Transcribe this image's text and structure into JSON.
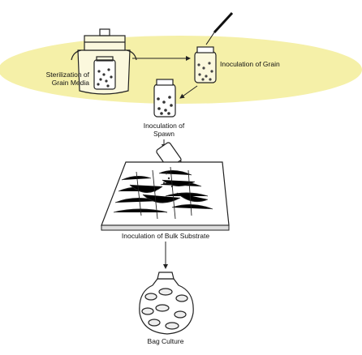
{
  "diagram": {
    "highlight_color": "#f5f0a8",
    "labels": {
      "sterilization": [
        "Sterilization of",
        "Grain Media"
      ],
      "inoculation_grain": "Inoculation of Grain",
      "inoculation_spawn": [
        "Inoculation of",
        "Spawn"
      ],
      "inoculation_bulk": "Inoculation of Bulk Substrate",
      "bag_culture": "Bag Culture"
    }
  }
}
